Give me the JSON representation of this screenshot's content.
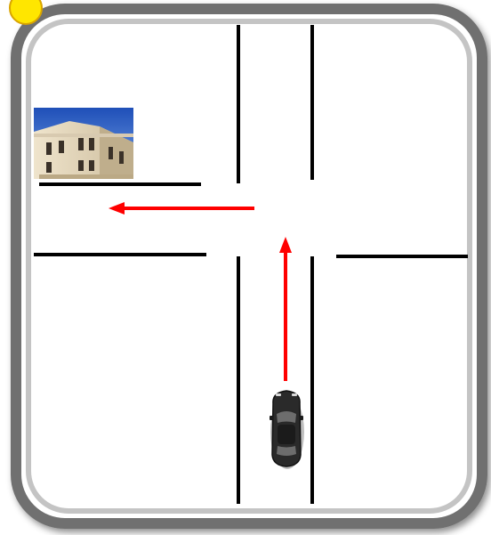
{
  "colors": {
    "background": "#ffffff",
    "frame_outer": "#6f6f6f",
    "frame_inner": "#b9b9b9",
    "road_lines": "#000000",
    "route_arrow": "#ff0000",
    "sun_fill": "#ffe600",
    "sun_stroke": "#d9a400",
    "car_body": "#2a2a2a",
    "sky": "#2f63c9",
    "building": "#e3d6bd"
  },
  "icons": {
    "sun": "sun-icon",
    "car": "car-icon",
    "building": "building-photo",
    "arrow_straight": "arrow-up-icon",
    "arrow_left": "arrow-left-icon"
  },
  "route": {
    "sequence": [
      "straight",
      "left"
    ]
  }
}
